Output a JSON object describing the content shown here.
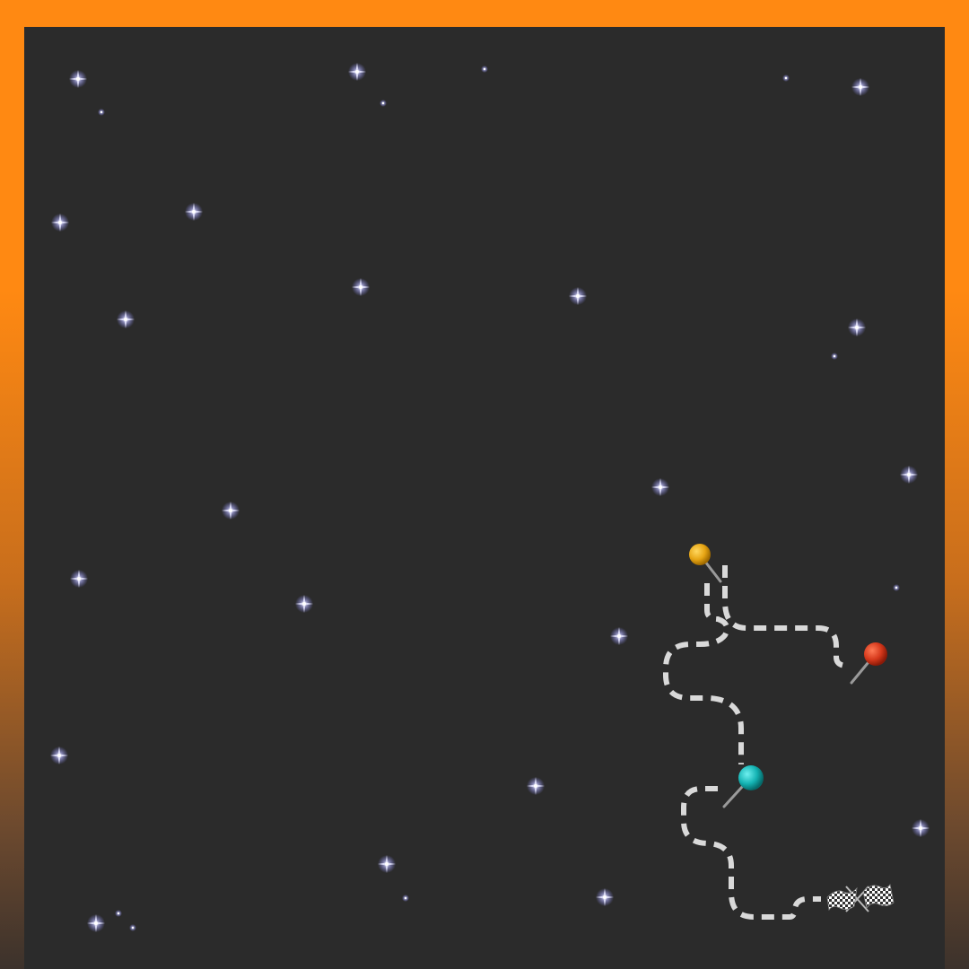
{
  "colors": {
    "frame_top": "#ff8912",
    "frame_bottom": "#3c322c",
    "board_background": "#2b2b2b",
    "path_color": "#d9d9d9",
    "star_color": "#c9c9ff"
  },
  "pins": [
    {
      "name": "pin-yellow",
      "color": "#e6a514"
    },
    {
      "name": "pin-red",
      "color": "#d6391c"
    },
    {
      "name": "pin-teal",
      "color": "#14b3b3"
    }
  ],
  "finish_marker": {
    "icon": "checkered-flags-icon"
  },
  "background_decoration": {
    "icon": "sparkle-star-icon"
  }
}
